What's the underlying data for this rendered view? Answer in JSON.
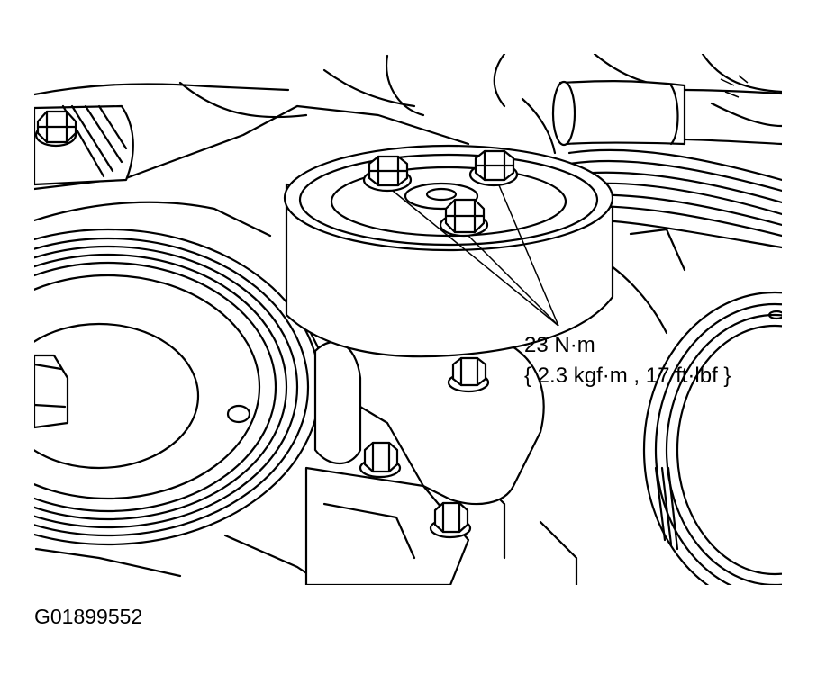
{
  "labels": {
    "torque_value": "23 N·m",
    "torque_conversion": "{ 2.3 kgf·m , 17 ft·lbf }"
  },
  "figure_id": "G01899552",
  "colors": {
    "line": "#000000",
    "background": "#ffffff"
  },
  "callout": {
    "target": "three pulley mounting bolts"
  }
}
